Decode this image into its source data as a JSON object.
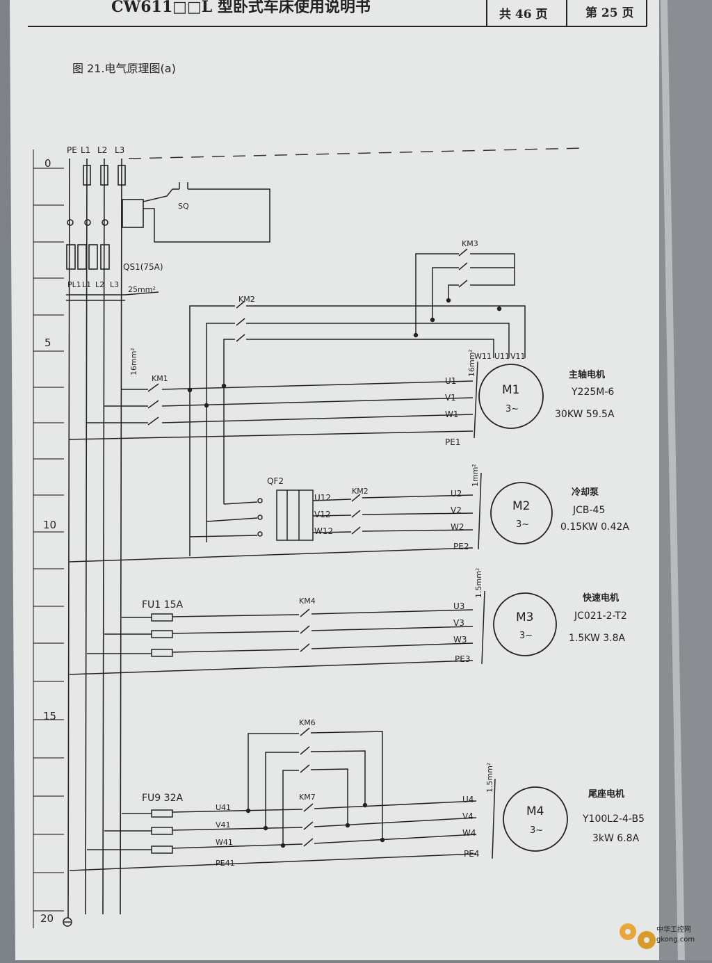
{
  "header": {
    "doc_title": "CW611□□L 型卧式车床使用说明书",
    "total_pages": "共 46 页",
    "current_page": "第 25 页"
  },
  "figure_caption": "图 21.电气原理图(a)",
  "row_numbers": [
    "0",
    "5",
    "10",
    "15",
    "20"
  ],
  "supply": {
    "pe": "PE",
    "l1": "L1",
    "l2": "L2",
    "l3": "L3",
    "qs1": "QS1(75A)",
    "bus": [
      "PL1",
      "L1",
      "L2",
      "L3"
    ],
    "wire_size": "25mm²"
  },
  "switches": {
    "sq": "SQ",
    "qf2": "QF2"
  },
  "contactors": {
    "km1": "KM1",
    "km2": "KM2",
    "km2b": "KM2",
    "km3": "KM3",
    "km4": "KM4",
    "km6": "KM6",
    "km7": "KM7"
  },
  "fuses": {
    "fu1": "FU1 15A",
    "fu9": "FU9 32A"
  },
  "wire_sizes": {
    "m1": "16mm²",
    "m2": "1mm²",
    "m3": "1.5mm²",
    "m4": "1.5mm²",
    "km1": "16mm²"
  },
  "terminals": {
    "m1_top": [
      "W11",
      "U11",
      "V11"
    ],
    "m1": [
      "U1",
      "V1",
      "W1",
      "PE1"
    ],
    "qf2_out": [
      "U12",
      "V12",
      "W12"
    ],
    "m2": [
      "U2",
      "V2",
      "W2",
      "PE2"
    ],
    "m3": [
      "U3",
      "V3",
      "W3",
      "PE3"
    ],
    "m4_in": [
      "U41",
      "V41",
      "W41",
      "PE41"
    ],
    "m4": [
      "U4",
      "V4",
      "W4",
      "PE4"
    ]
  },
  "motors": [
    {
      "id": "M1",
      "phase": "3~",
      "name": "主轴电机",
      "model": "Y225M-6",
      "rating": "30KW    59.5A"
    },
    {
      "id": "M2",
      "phase": "3~",
      "name": "冷却泵",
      "model": "JCB-45",
      "rating": "0.15KW  0.42A"
    },
    {
      "id": "M3",
      "phase": "3~",
      "name": "快速电机",
      "model": "JC021-2-T2",
      "rating": "1.5KW   3.8A"
    },
    {
      "id": "M4",
      "phase": "3~",
      "name": "尾座电机",
      "model": "Y100L2-4-B5",
      "rating": "3kW    6.8A"
    }
  ],
  "watermark": {
    "site": "中华工控网",
    "url": "gkong.com"
  },
  "colors": {
    "paper": "#e6e8e8",
    "ink": "#222222",
    "background": "#7d8288"
  }
}
